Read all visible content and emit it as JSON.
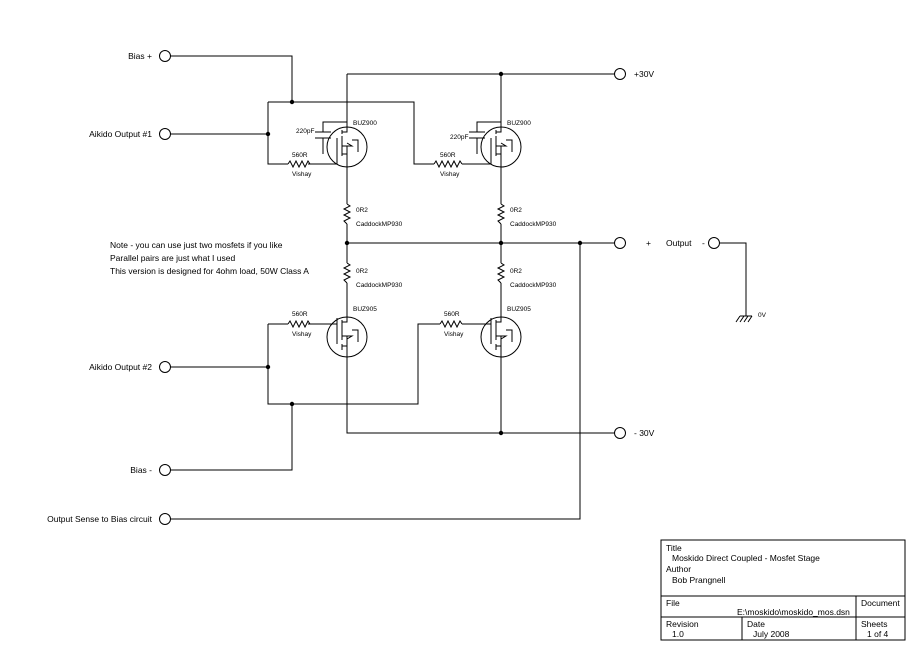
{
  "terminals": {
    "bias_plus": "Bias +",
    "aikido_output_1": "Aikido Output #1",
    "aikido_output_2": "Aikido Output #2",
    "bias_minus": "Bias -",
    "output_sense": "Output Sense to Bias circuit",
    "plus_30v": "+30V",
    "minus_30v": "- 30V",
    "output_plus": "+",
    "output_label": "Output",
    "output_minus": "-",
    "ground": "0V"
  },
  "components": {
    "cap_label": "220pF",
    "gate_resistor": "560R",
    "gate_resistor_brand": "Vishay",
    "source_resistor": "0R2",
    "source_resistor_brand": "CaddockMP930",
    "mosfet_top": "BUZ900",
    "mosfet_bottom": "BUZ905"
  },
  "note": [
    "Note - you can use just two mosfets if you like",
    "Parallel pairs are just what I used",
    "This version is designed for 4ohm load, 50W Class A"
  ],
  "title_block": {
    "title_label": "Title",
    "title": "Moskido Direct Coupled - Mosfet Stage",
    "author_label": "Author",
    "author": "Bob Prangnell",
    "file_label": "File",
    "file": "E:\\moskido\\moskido_mos.dsn",
    "document_label": "Document",
    "revision_label": "Revision",
    "revision": "1.0",
    "date_label": "Date",
    "date": "July 2008",
    "sheets_label": "Sheets",
    "sheets": "1 of 4"
  }
}
